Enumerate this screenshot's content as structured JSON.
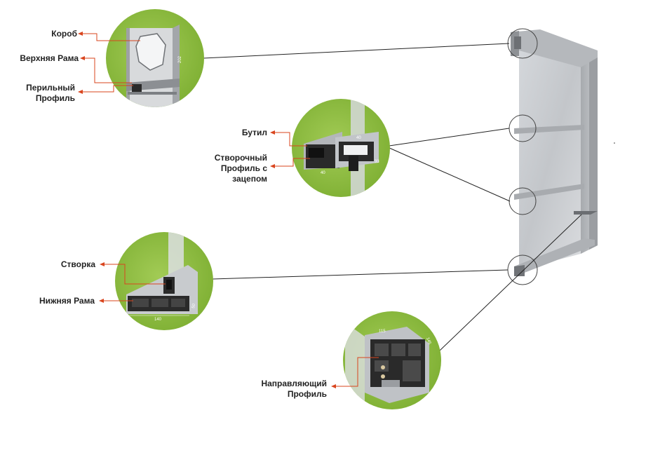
{
  "labels": {
    "korob": "Короб",
    "verkhnyaya_rama": "Верхняя Рама",
    "perilny_profil": [
      "Перильный",
      "Профиль"
    ],
    "butil": "Бутил",
    "stvorochny_profil": [
      "Створочный",
      "Профиль с",
      "зацепом"
    ],
    "stvorka": "Створка",
    "nizhnyaya_rama": "Нижняя Рама",
    "napravlyayushchy_profil": [
      "Направляющий",
      "Профиль"
    ]
  },
  "dimensions": {
    "korob": "202",
    "stvorochny_top": "40",
    "stvorochny_bottom": "40",
    "stvorochny_side": "33",
    "nizhnyaya_width": "140",
    "nizhnyaya_height": "50",
    "napravl_width": "115",
    "napravl_height": "145"
  },
  "colors": {
    "circle_green": "#8dbe3c",
    "frame_gray": "#b9bcc0",
    "profile_dark": "#2a2a2a",
    "leader_red": "#d9451e",
    "glass": "#c9ccd0"
  }
}
